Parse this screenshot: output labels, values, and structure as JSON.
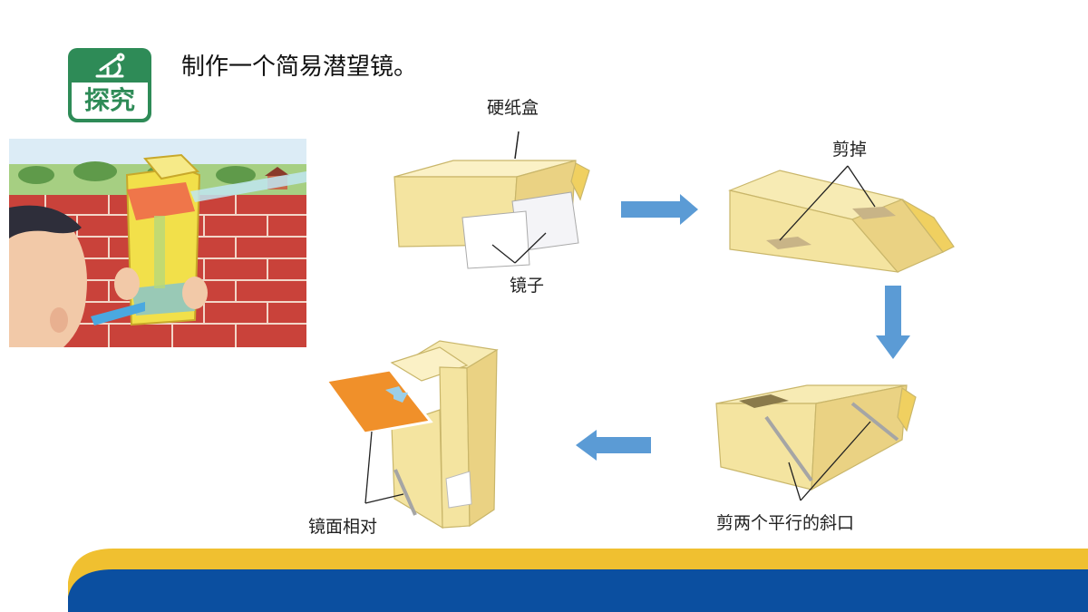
{
  "badge": {
    "label": "探究",
    "icon": "microscope-icon"
  },
  "title": "制作一个简易潜望镜。",
  "labels": {
    "cardboard_box": "硬纸盒",
    "mirrors": "镜子",
    "cut_off": "剪掉",
    "parallel_cuts": "剪两个平行的斜口",
    "mirrors_facing": "镜面相对"
  },
  "colors": {
    "badge_green": "#2e8b57",
    "box_yellow": "#f4e4a0",
    "arrow_blue": "#5b9bd5",
    "footer_gold": "#f0c030",
    "footer_blue": "#0b4fa0",
    "card_orange": "#f0902a"
  }
}
